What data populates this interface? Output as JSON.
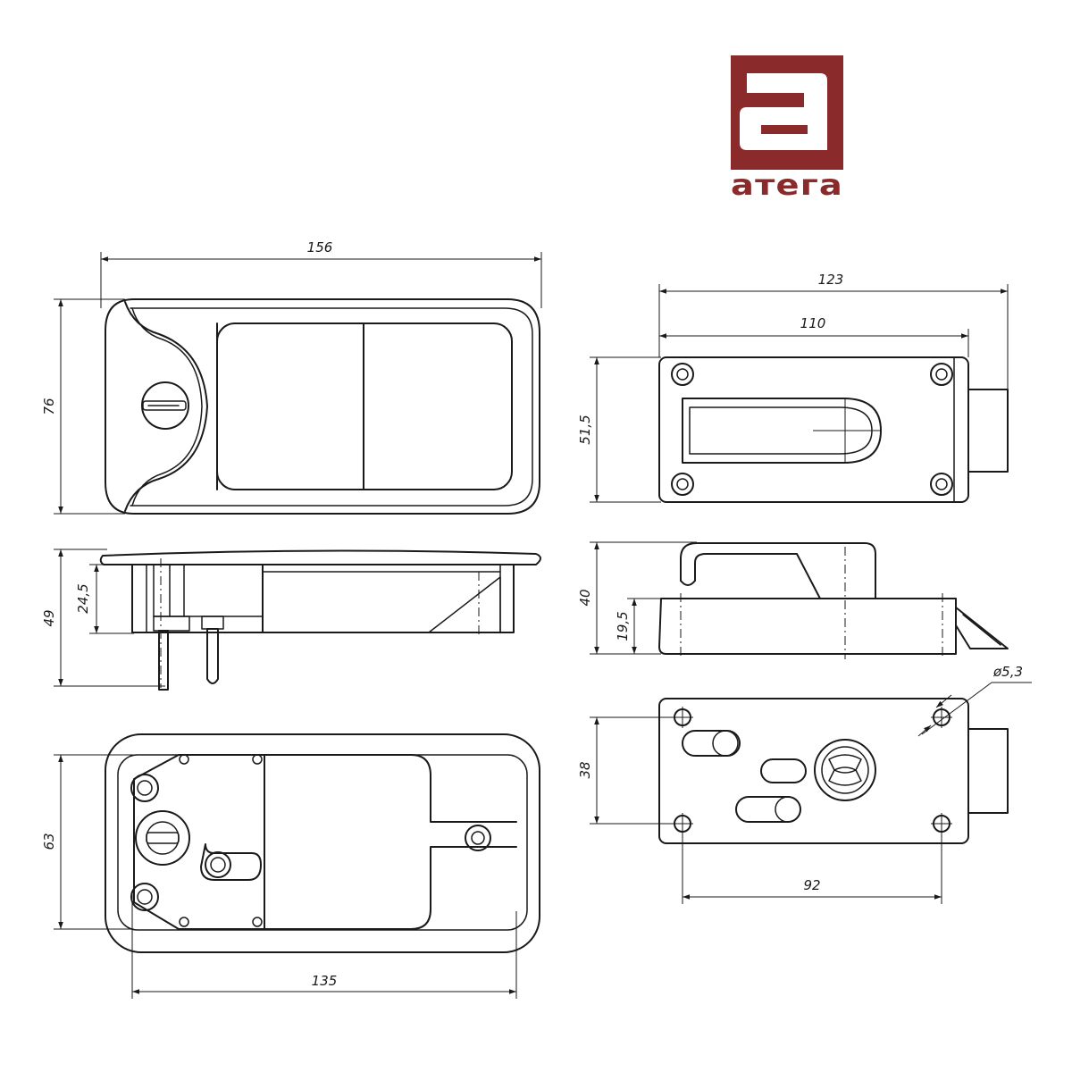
{
  "brand": {
    "name": "атега",
    "color": "#8b2a2a",
    "emblem": "stylized-a-logo"
  },
  "dimensions": {
    "face_width": "156",
    "face_height": "76",
    "side_depth": "49",
    "side_offset": "24,5",
    "back_slot_height": "63",
    "back_hole_span": "135",
    "striker_width": "123",
    "striker_plate_width": "110",
    "striker_height": "51,5",
    "handle_height": "40",
    "handle_base_height": "19,5",
    "hole_diameter": "ø5,3",
    "hole_vertical_spacing": "38",
    "hole_horizontal_spacing": "92"
  }
}
